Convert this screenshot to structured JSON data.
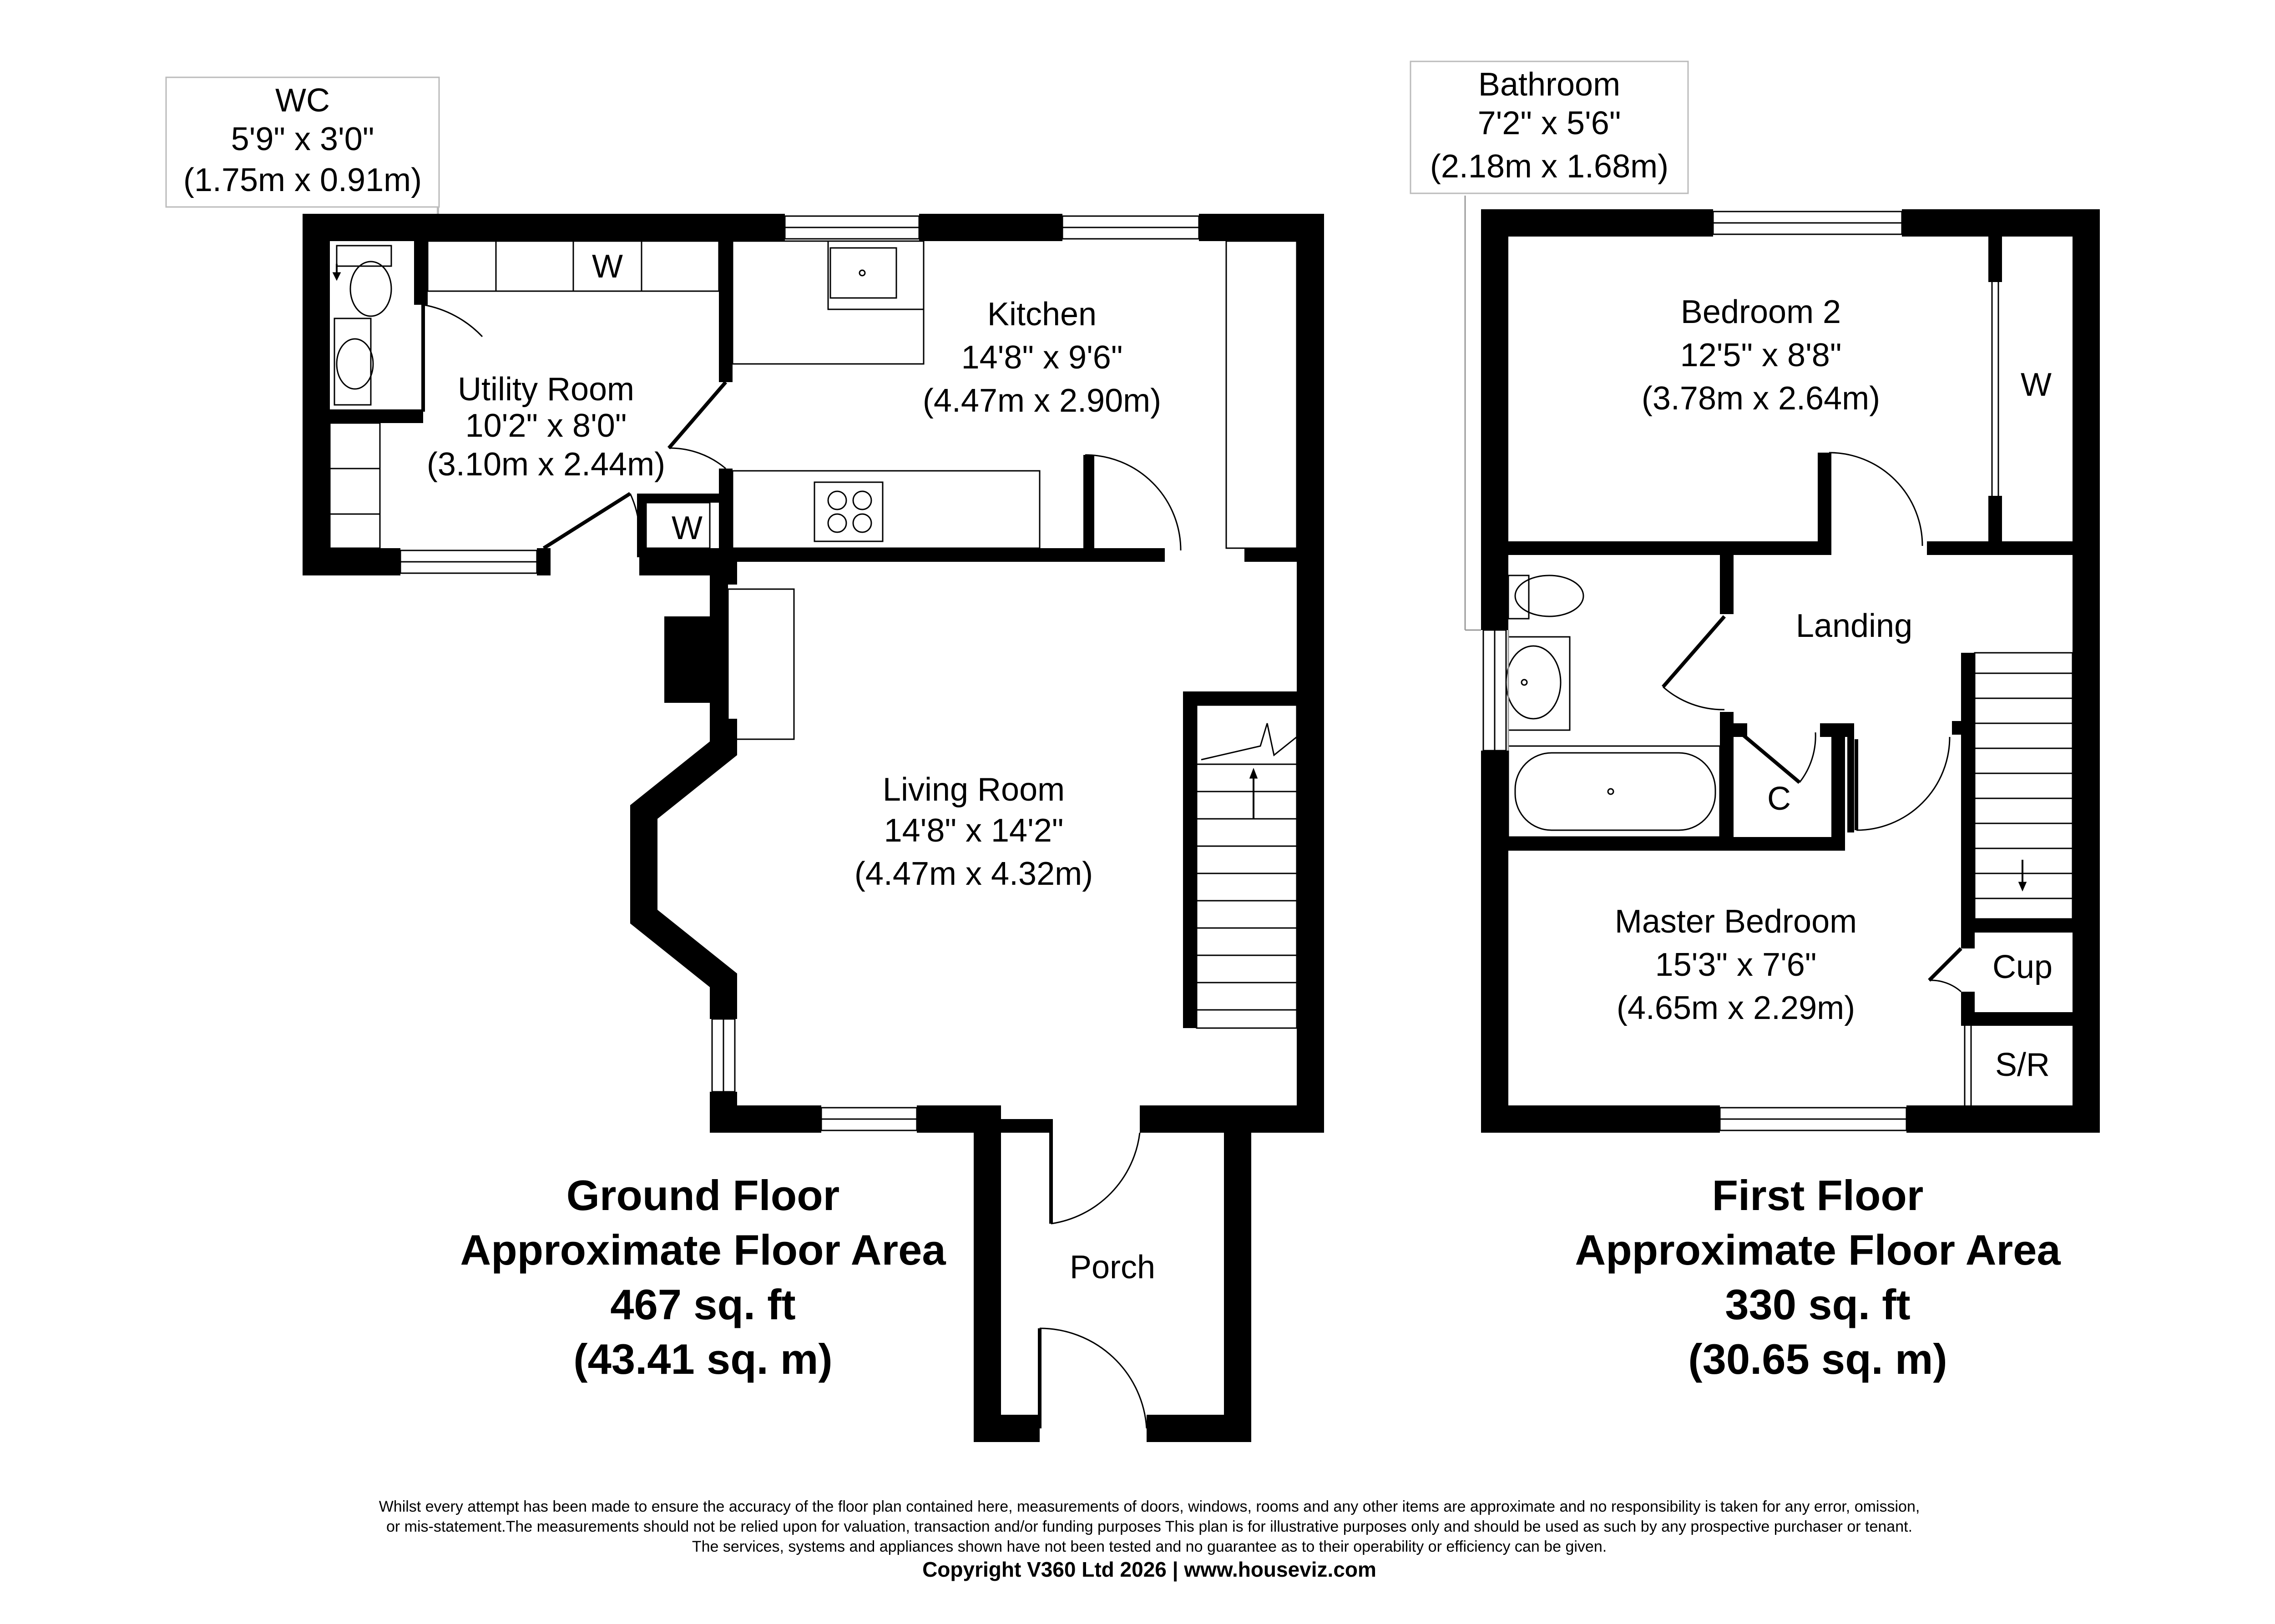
{
  "ground_floor": {
    "rooms": {
      "wc": {
        "name": "WC",
        "size_imperial": "5'9\" x 3'0\"",
        "size_metric": "(1.75m x 0.91m)"
      },
      "utility": {
        "name": "Utility Room",
        "size_imperial": "10'2\" x 8'0\"",
        "size_metric": "(3.10m x 2.44m)"
      },
      "kitchen": {
        "name": "Kitchen",
        "size_imperial": "14'8\" x 9'6\"",
        "size_metric": "(4.47m x 2.90m)"
      },
      "living": {
        "name": "Living Room",
        "size_imperial": "14'8\" x 14'2\"",
        "size_metric": "(4.47m x 4.32m)"
      },
      "porch": {
        "name": "Porch"
      }
    },
    "markers": {
      "utility_w": "W",
      "utility_w2": "W"
    },
    "summary": {
      "title": "Ground Floor",
      "subtitle": "Approximate Floor Area",
      "area_sqft": "467 sq. ft",
      "area_sqm": "(43.41 sq. m)"
    }
  },
  "first_floor": {
    "rooms": {
      "bathroom": {
        "name": "Bathroom",
        "size_imperial": "7'2\" x 5'6\"",
        "size_metric": "(2.18m x 1.68m)"
      },
      "bedroom2": {
        "name": "Bedroom 2",
        "size_imperial": "12'5\" x 8'8\"",
        "size_metric": "(3.78m x 2.64m)"
      },
      "landing": {
        "name": "Landing"
      },
      "master": {
        "name": "Master Bedroom",
        "size_imperial": "15'3\" x 7'6\"",
        "size_metric": "(4.65m x 2.29m)"
      }
    },
    "markers": {
      "bed2_w": "W",
      "cupboard_c": "C",
      "cup": "Cup",
      "sr": "S/R"
    },
    "summary": {
      "title": "First Floor",
      "subtitle": "Approximate Floor Area",
      "area_sqft": "330 sq. ft",
      "area_sqm": "(30.65 sq. m)"
    }
  },
  "disclaimer": {
    "line1": "Whilst every attempt has been made to ensure the accuracy of the floor plan contained here, measurements of doors, windows, rooms and any other items are approximate and no responsibility is taken for any error, omission,",
    "line2": "or mis-statement.The measurements should not be relied upon for valuation, transaction and/or funding purposes This plan is for illustrative purposes only and should be used as such by any prospective purchaser or tenant.",
    "line3": "The services, systems and appliances shown have not been tested and no guarantee as to their operability or efficiency can be given.",
    "copyright": "Copyright V360 Ltd 2026 | www.houseviz.com"
  }
}
